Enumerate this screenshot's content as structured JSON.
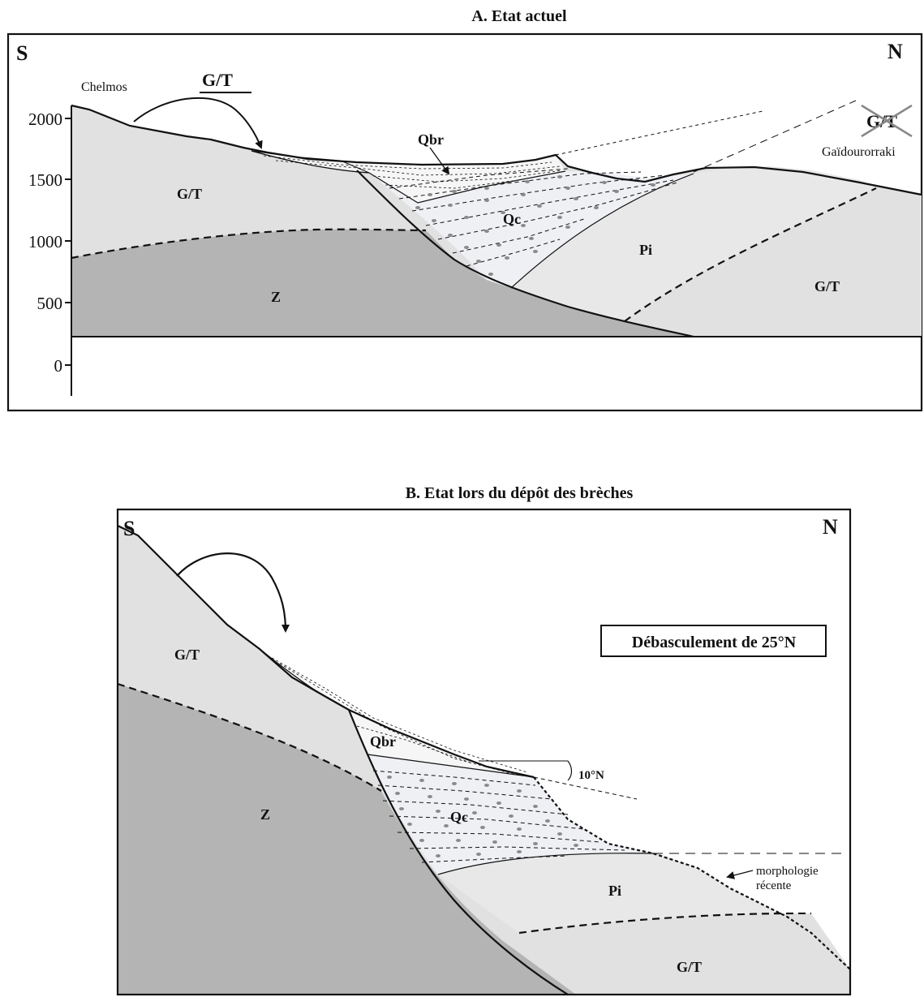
{
  "panel_a": {
    "title": "A. Etat actuel",
    "south": "S",
    "north": "N",
    "summit_left": "Chelmos",
    "summit_right": "Gaïdourorraki",
    "eroded_unit": "G/T",
    "crossed_unit": "G/T",
    "y_axis_ticks": [
      "2000",
      "1500",
      "1000",
      "500",
      "0"
    ],
    "units": {
      "gt_left": "G/T",
      "z": "Z",
      "qbr": "Qbr",
      "qc": "Qc",
      "pi": "Pi",
      "gt_right": "G/T"
    }
  },
  "panel_b": {
    "title": "B. Etat lors du dépôt des brèches",
    "south": "S",
    "north": "N",
    "tilt_box": "Débasculement de 25°N",
    "dip_label": "10°N",
    "morphology_line1": "morphologie",
    "morphology_line2": "récente",
    "units": {
      "gt_top": "G/T",
      "z": "Z",
      "qbr": "Qbr",
      "qc": "Qc",
      "pi": "Pi",
      "gt_bottom": "G/T"
    }
  },
  "colors": {
    "gt": "#e1e1e1",
    "z": "#b4b4b4",
    "pi": "#e8e8e8",
    "qc": "#eef0f4",
    "qbr": "#f6f6f6",
    "pebble": "#8a8a8a",
    "line": "#111111"
  }
}
